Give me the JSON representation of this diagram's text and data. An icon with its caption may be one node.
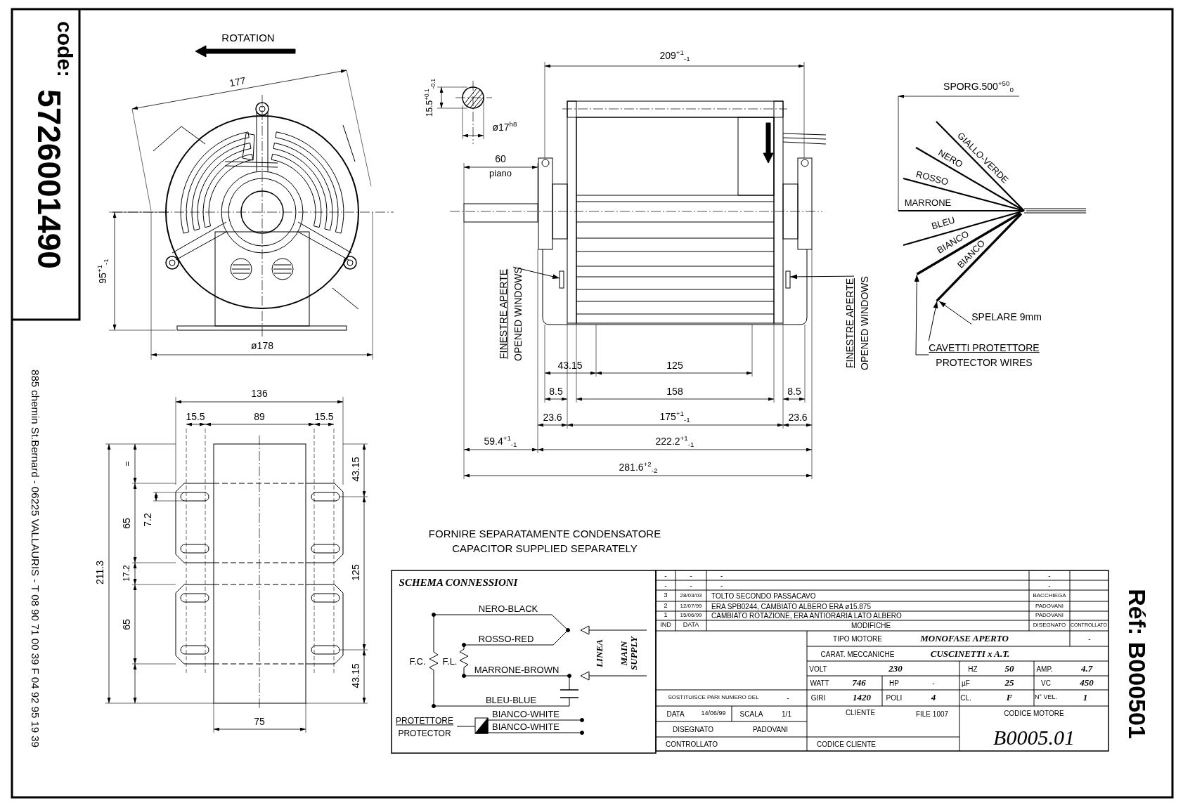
{
  "diagram": {
    "nodes": [
      {
        "text": [
          "FINESTRE APERTE",
          "OPENED WINDOWS"
        ]
      },
      {
        "text": [
          "FINESTRE APERTE",
          "OPENED WINDOWS"
        ]
      },
      {
        "text": [
          "SPELARE 9mm"
        ]
      },
      {
        "text": [
          "CAVETTI PROTETTORE",
          "PROTECTOR WIRES"
        ]
      },
      {
        "text": [],
        "shape": "box"
      },
      {
        "text": [],
        "shape": "box"
      },
      {
        "text": [],
        "shape": "bar"
      },
      {
        "text": [],
        "shape": "bar"
      }
    ],
    "edges": [
      {
        "from": 0,
        "to": 4,
        "arrow": "to"
      },
      {
        "from": 1,
        "to": 5,
        "arrow": "to"
      },
      {
        "from": 2,
        "to": 7,
        "arrow": "to"
      },
      {
        "from": 3,
        "to": 6,
        "arrow": "to"
      },
      {
        "from": 3,
        "to": 7,
        "arrow": "to"
      }
    ],
    "labels": [
      "code:",
      "5726001490",
      "885 chemin St.Bernard - 06225 VALLAURIS - T 08 90 71 00 39 F 04 92 95 19 39",
      "ROTATION",
      "177",
      "95$^{+1}$$_{-1}$",
      "ø178",
      "136",
      "15.5",
      "89",
      "15.5",
      "=",
      "65",
      "7.2",
      "17.2",
      "65",
      "211.3",
      "43.15",
      "125",
      "43.15",
      "75",
      "15.5$^{+0.1}$$_{-0.1}$",
      "ø17$^{h8}$",
      "209$^{+1}$$_{-1}$",
      "60",
      "piano",
      "43.15",
      "125",
      "8.5",
      "158",
      "8.5",
      "23.6",
      "175$^{+1}$$_{-1}$",
      "23.6",
      "59.4$^{+1}$$_{-1}$",
      "222.2$^{+1}$$_{-1}$",
      "281.6$^{+2}$$_{-2}$",
      "SPORG.500$^{+50}$$_{0}$",
      "GIALLO-VERDE",
      "NERO",
      "ROSSO",
      "MARRONE",
      "BLEU",
      "BIANCO",
      "BIANCO",
      "Réf: B000501",
      "FORNIRE SEPARATAMENTE CONDENSATORE",
      "CAPACITOR SUPPLIED SEPARATELY",
      "SCHEMA CONNESSIONI",
      "NERO-BLACK",
      "ROSSO-RED",
      "F.C.",
      "F.L.",
      "MARRONE-BROWN",
      "BLEU-BLUE",
      "LINEA",
      "MAIN SUPPLY",
      "PROTETTORE",
      "PROTECTOR",
      "BIANCO-WHITE",
      "BIANCO-WHITE",
      "-",
      "-",
      "-",
      "-",
      "-",
      "-",
      "-",
      "-",
      "3",
      "28/03/03",
      "TOLTO SECONDO PASSACAVO",
      "BACCHIEGA",
      "2",
      "12/07/99",
      "ERA SPB0244, CAMBIATO ALBERO ERA ø15.875",
      "PADOVANI",
      "1",
      "15/06/99",
      "CAMBIATO ROTAZIONE, ERA ANTIORARIA LATO ALBERO",
      "PADOVANI",
      "IND",
      "DATA",
      "MODIFICHE",
      "DISEGNATO",
      "CONTROLLATO",
      "TIPO MOTORE",
      "MONOFASE APERTO",
      "-",
      "CARAT. MECCANICHE",
      "CUSCINETTI x A.T.",
      "VOLT",
      "230",
      "HZ",
      "50",
      "AMP.",
      "4.7",
      "WATT",
      "746",
      "HP",
      "-",
      "µF",
      "25",
      "VC",
      "450",
      "SOSTITUISCE PARI NUMERO DEL",
      "-",
      "GIRI",
      "1420",
      "POLI",
      "4",
      "CL.",
      "F",
      "N° VEL.",
      "1",
      "DATA",
      "14/06/99",
      "SCALA",
      "1/1",
      "CLIENTE",
      "FILE 1007",
      "CODICE MOTORE",
      "DISEGNATO",
      "PADOVANI",
      "B0005.01",
      "CONTROLLATO",
      "CODICE CLIENTE"
    ]
  }
}
